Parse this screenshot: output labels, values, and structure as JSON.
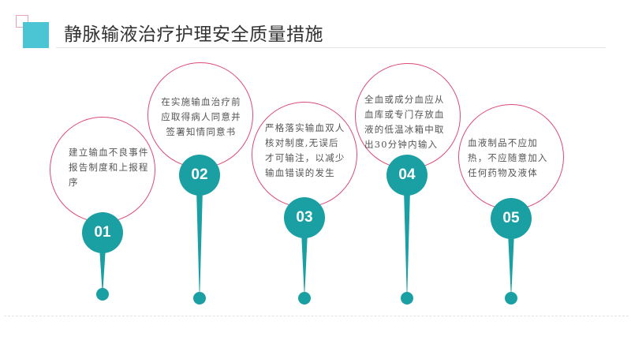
{
  "header": {
    "title": "静脉输液治疗护理安全质量措施"
  },
  "colors": {
    "accent_teal": "#1a9fa3",
    "accent_cyan": "#4bc4d4",
    "bubble_outline": "#dc4a75",
    "deco_outline_pink": "#e9a3b8",
    "text_gray": "#555555",
    "title_text": "#333333"
  },
  "steps": [
    {
      "number": "01",
      "text": "建立输血不良事件报告制度和上报程序"
    },
    {
      "number": "02",
      "text": "在实施输血治疗前应取得病人同意并签署知情同意书"
    },
    {
      "number": "03",
      "text": "严格落实输血双人核对制度,无误后才可输注，以减少输血错误的发生"
    },
    {
      "number": "04",
      "text": "全血或成分血应从血库或专门存放血液的低温冰箱中取出30分钟内输入"
    },
    {
      "number": "05",
      "text": "血液制品不应加热，不应随意加入任何药物及液体"
    }
  ]
}
